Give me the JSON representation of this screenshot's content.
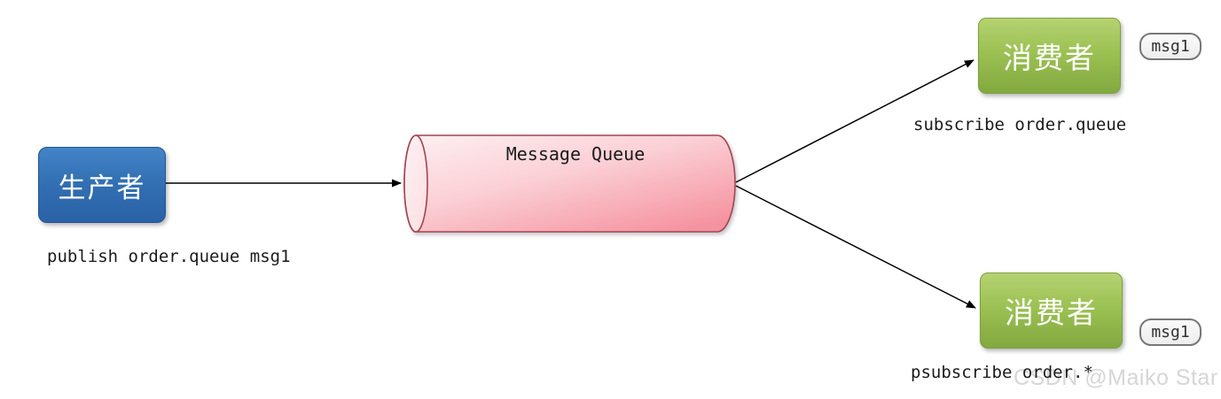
{
  "diagram": {
    "producer": {
      "label": "生产者",
      "command": "publish order.queue msg1"
    },
    "queue": {
      "label": "Message Queue"
    },
    "consumers": [
      {
        "label": "消费者",
        "command": "subscribe order.queue",
        "badge": "msg1"
      },
      {
        "label": "消费者",
        "command": "psubscribe order.*",
        "badge": "msg1"
      }
    ],
    "watermark": "CSDN @Maiko Star",
    "colors": {
      "producer_gradient_top": "#4384c7",
      "producer_gradient_bottom": "#2a62a6",
      "consumer_gradient_top": "#b5d272",
      "consumer_gradient_bottom": "#82a940",
      "queue_fill_light": "#fdeef0",
      "queue_fill_dark": "#f5929f",
      "queue_stroke": "#a04552",
      "badge_background": "#f2f2f2",
      "badge_border": "#777777",
      "arrow": "#000000",
      "watermark_gray": "#d6d6d6"
    }
  }
}
